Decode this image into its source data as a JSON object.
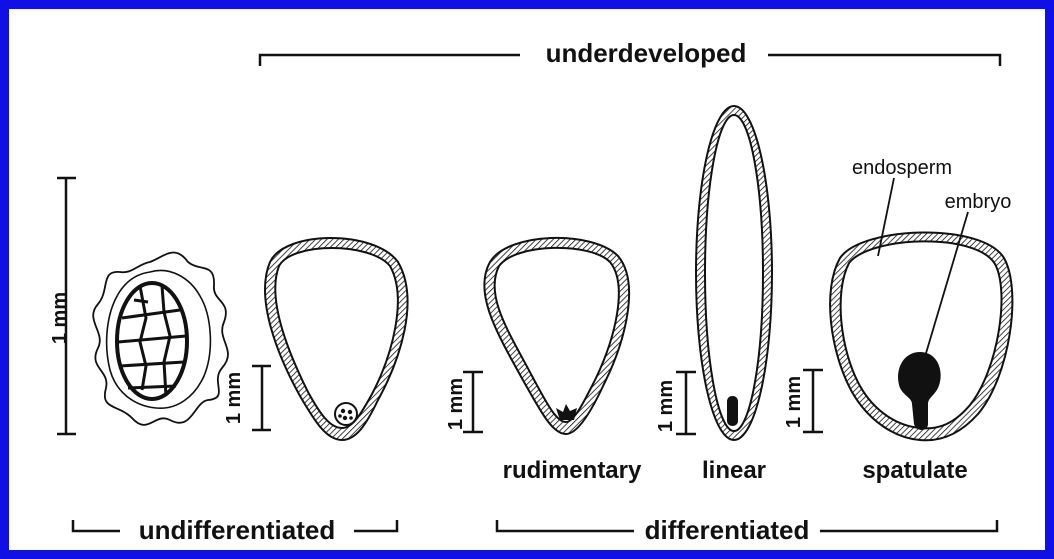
{
  "colors": {
    "border": "#1010e6",
    "ink": "#111111",
    "background": "#ffffff"
  },
  "labels": {
    "underdeveloped": "underdeveloped",
    "undifferentiated": "undifferentiated",
    "differentiated": "differentiated",
    "rudimentary": "rudimentary",
    "linear": "linear",
    "spatulate": "spatulate",
    "endosperm": "endosperm",
    "embryo": "embryo"
  },
  "scale_bars": {
    "big": "1 mm",
    "seed1": "1 mm",
    "seed2": "1 mm",
    "seed3": "1 mm",
    "seed4": "1 mm"
  }
}
